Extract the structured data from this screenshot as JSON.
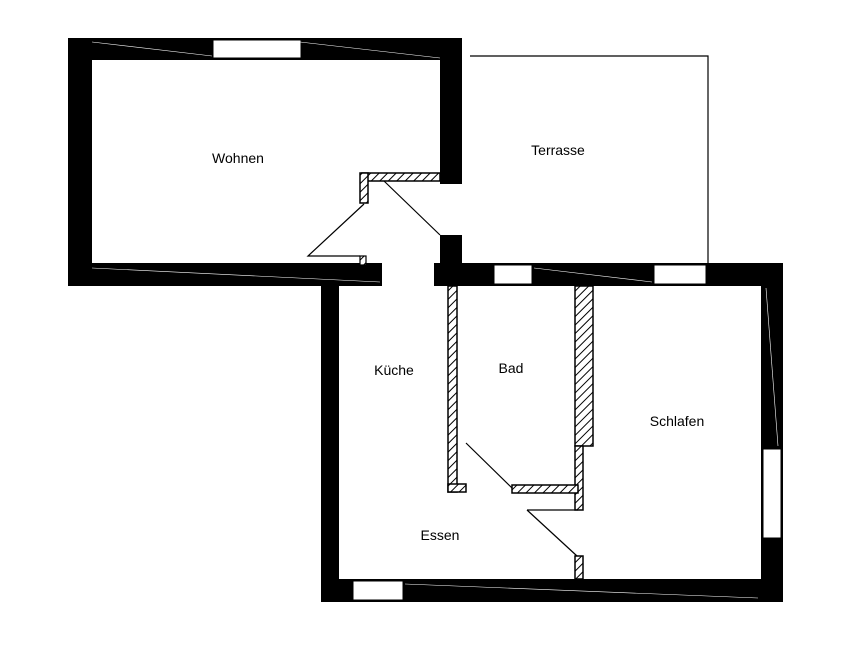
{
  "plan": {
    "rooms": [
      {
        "key": "wohnen",
        "label": "Wohnen"
      },
      {
        "key": "terrasse",
        "label": "Terrasse"
      },
      {
        "key": "kueche",
        "label": "Küche"
      },
      {
        "key": "bad",
        "label": "Bad"
      },
      {
        "key": "schlafen",
        "label": "Schlafen"
      },
      {
        "key": "essen",
        "label": "Essen"
      }
    ],
    "colors": {
      "wall": "#000000",
      "background": "#ffffff",
      "window": "#ffffff"
    }
  }
}
